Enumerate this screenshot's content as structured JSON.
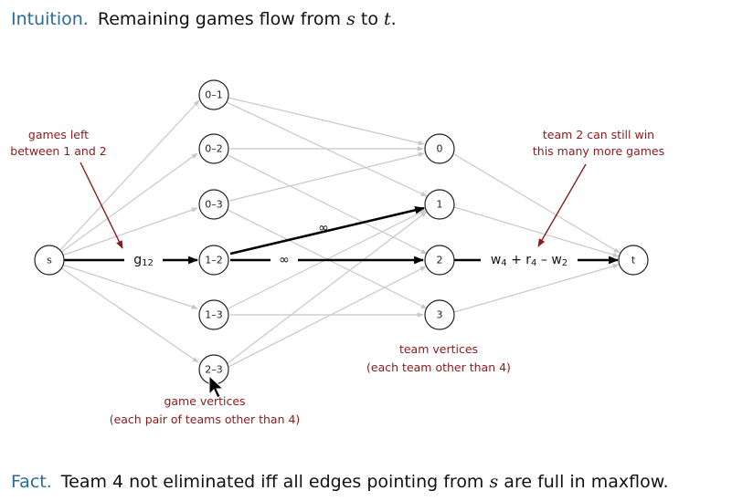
{
  "intuition": {
    "keyword": "Intuition.",
    "text_before": "Remaining games flow from ",
    "s": "s",
    "text_mid": " to ",
    "t": "t",
    "text_after": "."
  },
  "fact": {
    "keyword": "Fact.",
    "text_before": "Team 4 not eliminated iff all edges pointing from ",
    "s": "s",
    "text_after": " are full in maxflow."
  },
  "nodes": {
    "source": "s",
    "sink": "t",
    "games": [
      "0–1",
      "0–2",
      "0–3",
      "1–2",
      "1–3",
      "2–3"
    ],
    "teams": [
      "0",
      "1",
      "2",
      "3"
    ]
  },
  "edge_labels": {
    "g12": "g",
    "g12_sub": "12",
    "inf_upper": "∞",
    "inf_lower": "∞",
    "cap_w4": "w",
    "cap_w4_sub": "4",
    "cap_plus": " + r",
    "cap_r4_sub": "4",
    "cap_minus": " – w",
    "cap_w2_sub": "2"
  },
  "annotations": {
    "games_left_line1": "games left",
    "games_left_line2": "between 1 and 2",
    "team2_line1": "team 2 can still win",
    "team2_line2": "this many more games",
    "team_vertices_line1": "team vertices",
    "team_vertices_line2": "(each team other than 4)",
    "game_vertices_line1": "game vertices",
    "game_vertices_line2": "(each pair of teams other than 4)"
  },
  "colors": {
    "keyword": "#2a6a96",
    "annotation": "#8b1a1a",
    "edge": "#c8c8c8",
    "highlight_edge": "#000000"
  }
}
